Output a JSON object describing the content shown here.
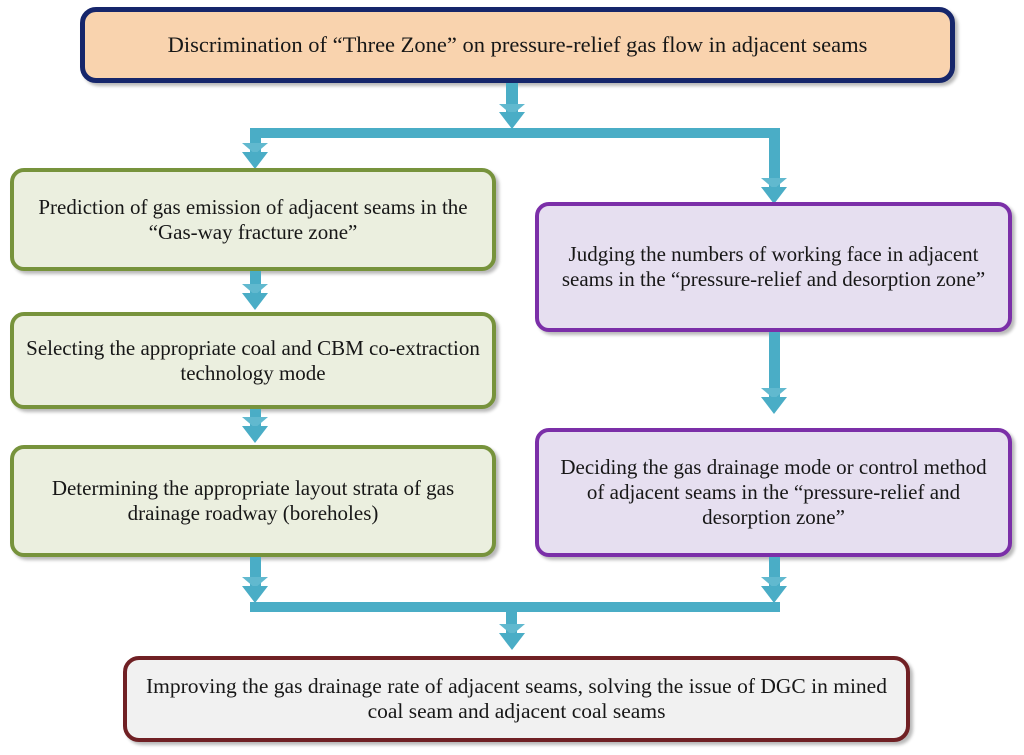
{
  "diagram": {
    "title_node": {
      "text": "Discrimination of “Three Zone” on pressure-relief gas flow in adjacent seams",
      "border_color": "#16266b",
      "fill_color": "#f9d3ae"
    },
    "left_column": [
      {
        "text": "Prediction of gas emission of adjacent seams in the “Gas-way fracture zone”",
        "border_color": "#77933c",
        "fill_color": "#ebefdf"
      },
      {
        "text": "Selecting the appropriate coal and CBM co-extraction technology mode",
        "border_color": "#77933c",
        "fill_color": "#ebefdf"
      },
      {
        "text": "Determining the appropriate layout strata of gas drainage roadway (boreholes)",
        "border_color": "#77933c",
        "fill_color": "#ebefdf"
      }
    ],
    "right_column": [
      {
        "text": "Judging the numbers of working face in adjacent seams in the “pressure-relief and desorption zone”",
        "border_color": "#7b2fa8",
        "fill_color": "#e6dff0"
      },
      {
        "text": "Deciding the gas drainage mode or control method of adjacent seams in the “pressure-relief and desorption zone”",
        "border_color": "#7b2fa8",
        "fill_color": "#e6dff0"
      }
    ],
    "outcome_node": {
      "text": "Improving the gas drainage rate of adjacent seams, solving the issue of DGC in mined coal seam and adjacent coal seams",
      "border_color": "#702024",
      "fill_color": "#f1f1f1"
    },
    "connector_color": "#4aadc6"
  }
}
